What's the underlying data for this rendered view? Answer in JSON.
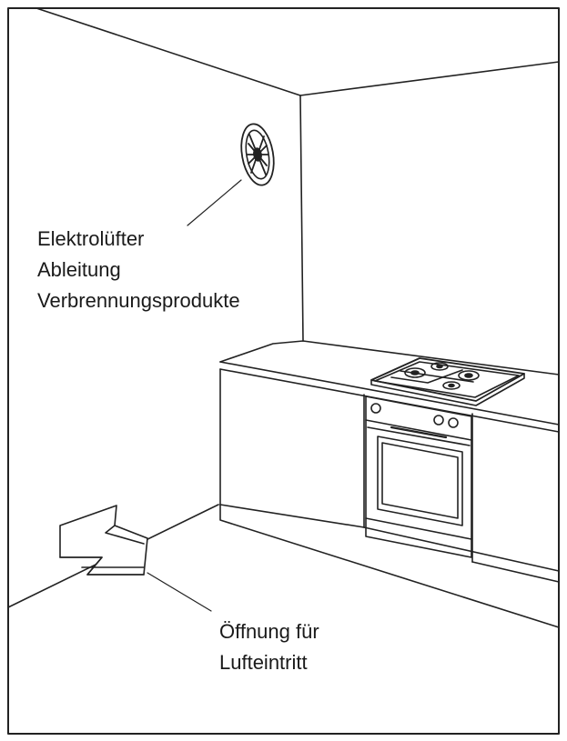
{
  "labels": {
    "fan": {
      "line1": "Elektrolüfter",
      "line2": "Ableitung",
      "line3": "Verbrennungsprodukte"
    },
    "inlet": {
      "line1": "Öffnung für",
      "line2": "Lufteintritt"
    }
  },
  "icons": {
    "fan": "wall-fan-icon",
    "inlet": "air-inlet-arrow-icon",
    "hob": "gas-hob-icon",
    "oven": "oven-icon"
  }
}
